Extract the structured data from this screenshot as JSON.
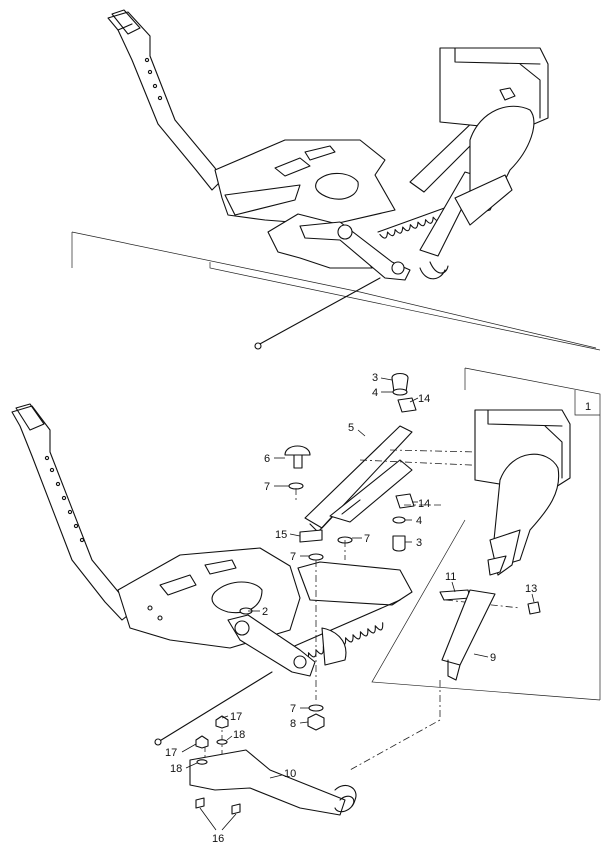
{
  "diagram": {
    "callouts": [
      {
        "id": "c1",
        "label": "1"
      },
      {
        "id": "c2",
        "label": "2"
      },
      {
        "id": "c3a",
        "label": "3"
      },
      {
        "id": "c3b",
        "label": "3"
      },
      {
        "id": "c4a",
        "label": "4"
      },
      {
        "id": "c4b",
        "label": "4"
      },
      {
        "id": "c5",
        "label": "5"
      },
      {
        "id": "c6",
        "label": "6"
      },
      {
        "id": "c7a",
        "label": "7"
      },
      {
        "id": "c7b",
        "label": "7"
      },
      {
        "id": "c7c",
        "label": "7"
      },
      {
        "id": "c7d",
        "label": "7"
      },
      {
        "id": "c8",
        "label": "8"
      },
      {
        "id": "c9",
        "label": "9"
      },
      {
        "id": "c10",
        "label": "10"
      },
      {
        "id": "c11",
        "label": "11"
      },
      {
        "id": "c13",
        "label": "13"
      },
      {
        "id": "c14a",
        "label": "14"
      },
      {
        "id": "c14b",
        "label": "14"
      },
      {
        "id": "c15",
        "label": "15"
      },
      {
        "id": "c16",
        "label": "16"
      },
      {
        "id": "c17a",
        "label": "17"
      },
      {
        "id": "c17b",
        "label": "17"
      },
      {
        "id": "c18a",
        "label": "18"
      },
      {
        "id": "c18b",
        "label": "18"
      }
    ]
  }
}
